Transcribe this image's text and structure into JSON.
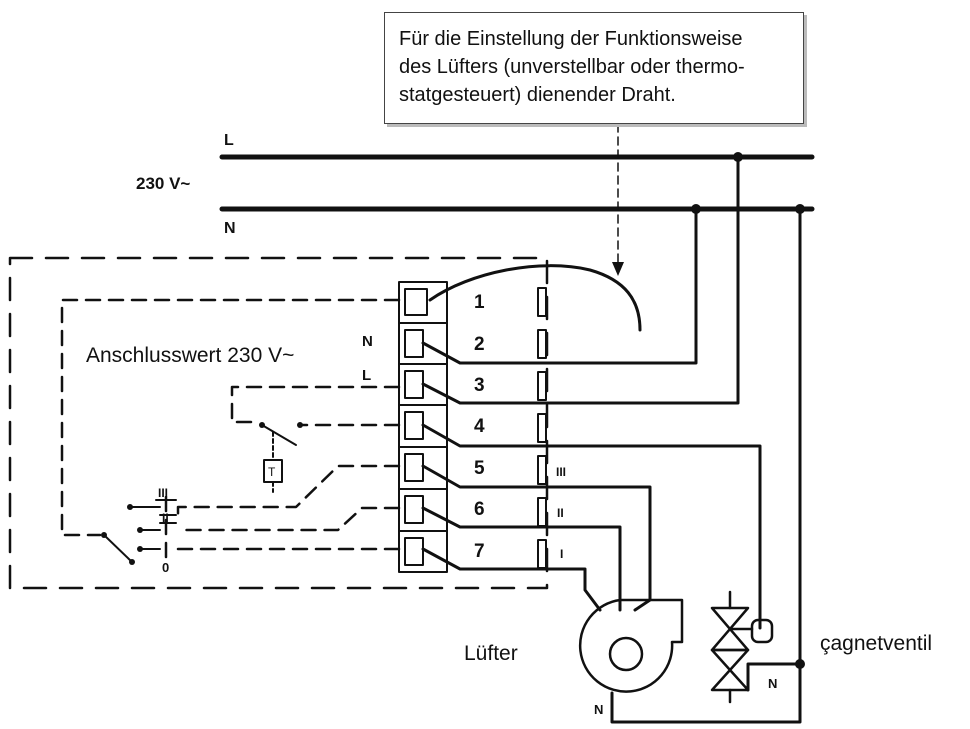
{
  "note": {
    "lines": [
      "Für die Einstellung der Funktionsweise",
      "des Lüfters (unverstellbar oder thermo-",
      "statgesteuert) dienender Draht."
    ]
  },
  "supply": {
    "l_label": "L",
    "n_label": "N",
    "voltage": "230 V~"
  },
  "panel": {
    "rating": "Anschlusswert  230 V~",
    "n_mark": "N",
    "l_mark": "L",
    "thermostat": "T",
    "speed_iii": "III",
    "speed_ii": "II",
    "speed_off": "0"
  },
  "terminals": [
    "1",
    "2",
    "3",
    "4",
    "5",
    "6",
    "7"
  ],
  "speed_marks": {
    "iii": "III",
    "ii": "II",
    "i": "I"
  },
  "fan": {
    "label": "Lüfter",
    "n_mark": "N"
  },
  "valve": {
    "label": "çagnetventil",
    "n_mark": "N"
  }
}
